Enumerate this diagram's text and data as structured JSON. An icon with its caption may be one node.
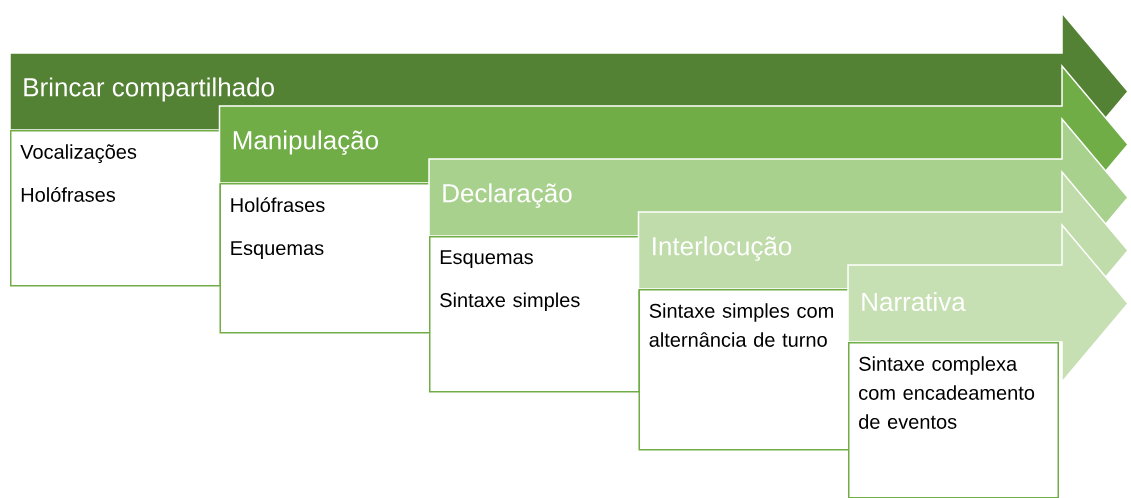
{
  "diagram": {
    "nodes": [
      {
        "text": [
          "Brincar compartilhado"
        ]
      },
      {
        "text": [
          "Vocalizações",
          "Holófrases"
        ]
      },
      {
        "text": [
          "Manipulação"
        ]
      },
      {
        "text": [
          "Holófrases",
          "Esquemas"
        ]
      },
      {
        "text": [
          "Declaração"
        ]
      },
      {
        "text": [
          "Esquemas",
          "Sintaxe simples"
        ]
      },
      {
        "text": [
          "Interlocução"
        ]
      },
      {
        "text": [
          "Sintaxe simples com alternância de turno"
        ]
      },
      {
        "text": [
          "Narrativa"
        ]
      },
      {
        "text": [
          "Sintaxe complexa com encadeamento de eventos"
        ]
      }
    ]
  }
}
